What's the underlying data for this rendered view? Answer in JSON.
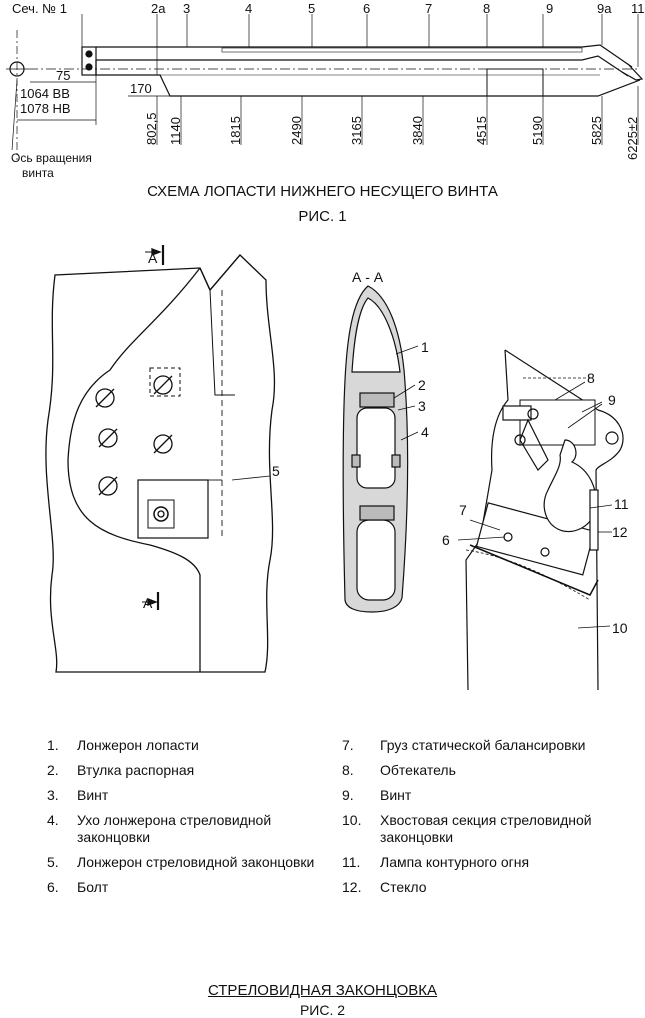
{
  "fig1": {
    "section_labels": [
      "Сеч. № 1",
      "2а",
      "3",
      "4",
      "5",
      "6",
      "7",
      "8",
      "9",
      "9а",
      "11"
    ],
    "dimensions": [
      "75",
      "1064 ВВ",
      "1078 НВ",
      "170",
      "802,5",
      "1140",
      "1815",
      "2490",
      "3165",
      "3840",
      "4515",
      "5190",
      "5825",
      "6225±2"
    ],
    "axis_label_line1": "Ось вращения",
    "axis_label_line2": "винта",
    "title": "СХЕМА ЛОПАСТИ НИЖНЕГО НЕСУЩЕГО ВИНТА",
    "fig": "РИС. 1"
  },
  "fig2": {
    "section_marker_top": "А",
    "section_marker_bottom": "А",
    "section_view_title": "А - А",
    "callouts": [
      "1",
      "2",
      "3",
      "4",
      "5",
      "6",
      "7",
      "8",
      "9",
      "10",
      "11",
      "12"
    ],
    "title": "СТРЕЛОВИДНАЯ ЗАКОНЦОВКА",
    "fig": "РИС. 2"
  },
  "legend": [
    {
      "num": "1.",
      "text": "Лонжерон лопасти"
    },
    {
      "num": "2.",
      "text": "Втулка распорная"
    },
    {
      "num": "3.",
      "text": "Винт"
    },
    {
      "num": "4.",
      "text": "Ухо лонжерона стреловидной законцовки"
    },
    {
      "num": "5.",
      "text": "Лонжерон стреловидной законцовки"
    },
    {
      "num": "6.",
      "text": "Болт"
    },
    {
      "num": "7.",
      "text": "Груз статической балансировки"
    },
    {
      "num": "8.",
      "text": "Обтекатель"
    },
    {
      "num": "9.",
      "text": "Винт"
    },
    {
      "num": "10.",
      "text": "Хвостовая секция стреловидной законцовки"
    },
    {
      "num": "11.",
      "text": "Лампа контурного огня"
    },
    {
      "num": "12.",
      "text": "Стекло"
    }
  ]
}
